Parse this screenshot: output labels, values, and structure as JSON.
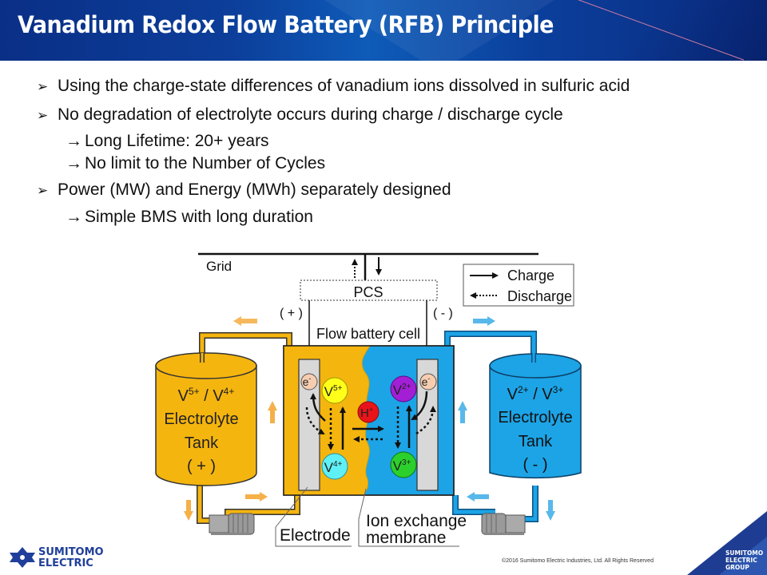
{
  "header": {
    "title": "Vanadium Redox Flow Battery (RFB) Principle"
  },
  "bullets": [
    {
      "marker": "➢",
      "text": "Using the charge-state differences of vanadium ions dissolved in sulfuric acid"
    },
    {
      "marker": "➢",
      "text": "No degradation of electrolyte occurs during charge / discharge cycle",
      "sub": [
        {
          "marker": "→",
          "text": "Long Lifetime: 20+ years"
        },
        {
          "marker": "→",
          "text": "No limit to the Number of Cycles"
        }
      ]
    },
    {
      "marker": "➢",
      "text": "Power (MW) and Energy (MWh) separately designed",
      "sub": [
        {
          "marker": "→",
          "text": "Simple BMS with long duration"
        }
      ]
    }
  ],
  "diagram": {
    "grid_label": "Grid",
    "pcs_label": "PCS",
    "positive_terminal": "( + )",
    "negative_terminal": "( - )",
    "cell_label": "Flow battery cell",
    "legend": {
      "charge": "Charge",
      "discharge": "Discharge"
    },
    "left_tank": {
      "ions_base1": "V",
      "ions_sup1": "5+",
      "ions_sep": " / ",
      "ions_base2": "V",
      "ions_sup2": "4+",
      "line2": "Electrolyte",
      "line3": "Tank",
      "line4": "( + )"
    },
    "right_tank": {
      "ions_base1": "V",
      "ions_sup1": "2+",
      "ions_sep": " / ",
      "ions_base2": "V",
      "ions_sup2": "3+",
      "line2": "Electrolyte",
      "line3": "Tank",
      "line4": "( - )"
    },
    "ions": {
      "electron": {
        "base": "e",
        "sup": "-"
      },
      "v5": {
        "base": "V",
        "sup": "5+"
      },
      "v4": {
        "base": "V",
        "sup": "4+"
      },
      "v2": {
        "base": "V",
        "sup": "2+"
      },
      "v3": {
        "base": "V",
        "sup": "3+"
      },
      "h": {
        "base": "H",
        "sup": "+"
      }
    },
    "electrode_label": "Electrode",
    "membrane_label_1": "Ion exchange",
    "membrane_label_2": "membrane",
    "colors": {
      "positive": "#f5b50f",
      "negative": "#1ca4e6",
      "v5": "#ffff1a",
      "v4": "#5ff0f5",
      "v2": "#a21fd6",
      "v3": "#2cd02c",
      "h": "#e8141a",
      "electron": "#f7cdb0",
      "electrode": "#d8d8d8"
    }
  },
  "footer": {
    "logo_line1": "SUMITOMO",
    "logo_line2": "ELECTRIC",
    "copyright": "©2016 Sumitomo Electric Industries, Ltd. All Rights Reserved",
    "group_line1": "SUMITOMO",
    "group_line2": "ELECTRIC",
    "group_line3": "GROUP"
  }
}
